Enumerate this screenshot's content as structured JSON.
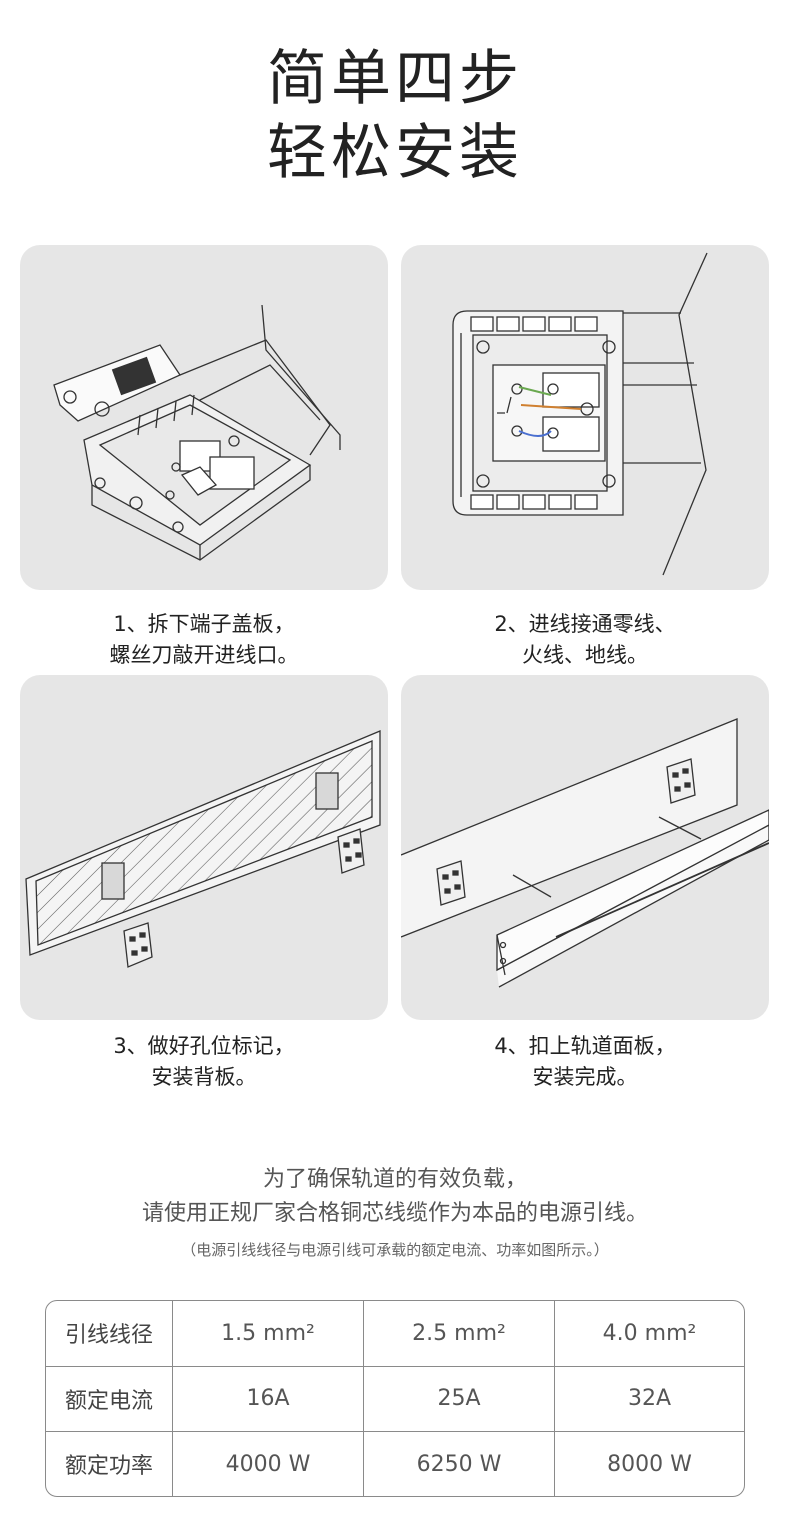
{
  "title": {
    "line1": "简单四步",
    "line2": "轻松安装"
  },
  "steps": [
    {
      "line1": "1、拆下端子盖板，",
      "line2": "螺丝刀敲开进线口。"
    },
    {
      "line1": "2、进线接通零线、",
      "line2": "火线、地线。"
    },
    {
      "line1": "3、做好孔位标记，",
      "line2": "安装背板。"
    },
    {
      "line1": "4、扣上轨道面板，",
      "line2": "安装完成。"
    }
  ],
  "notice": {
    "line1": "为了确保轨道的有效负载，",
    "line2": "请使用正规厂家合格铜芯线缆作为本品的电源引线。",
    "line3": "（电源引线线径与电源引线可承载的额定电流、功率如图所示。）"
  },
  "spec_table": {
    "rows": [
      {
        "label": "引线线径",
        "values": [
          "1.5 mm²",
          "2.5 mm²",
          "4.0 mm²"
        ]
      },
      {
        "label": "额定电流",
        "values": [
          "16A",
          "25A",
          "32A"
        ]
      },
      {
        "label": "额定功率",
        "values": [
          "4000 W",
          "6250 W",
          "8000 W"
        ]
      }
    ]
  },
  "colors": {
    "panel_bg": "#e6e6e6",
    "line": "#333333",
    "border": "#8a8a8a"
  }
}
